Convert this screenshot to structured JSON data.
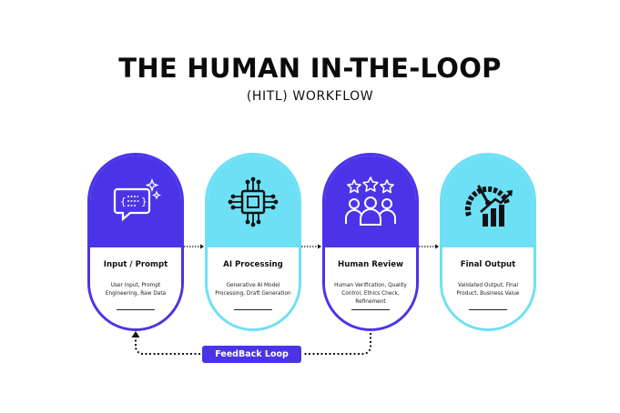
{
  "header": {
    "title": "THE HUMAN IN-THE-LOOP",
    "subtitle": "(HITL) WORKFLOW"
  },
  "colors": {
    "primary": "#4b34e8",
    "accent": "#6ee0f5",
    "text": "#111111"
  },
  "steps": [
    {
      "label": "Input / Prompt",
      "desc": "User Input, Prompt Engineering, Raw Data",
      "icon": "chat-bubble-sparkle-icon"
    },
    {
      "label": "AI Processing",
      "desc": "Generative AI Model Processing, Draft Generation",
      "icon": "processor-chip-icon"
    },
    {
      "label": "Human Review",
      "desc": "Human Verification, Quality Control, Ethics Check, Refinement",
      "icon": "team-rating-stars-icon"
    },
    {
      "label": "Final Output",
      "desc": "Validated Output, Final Product, Business Value",
      "icon": "gauge-growth-chart-icon"
    }
  ],
  "feedback": {
    "label": "FeedBack Loop"
  }
}
